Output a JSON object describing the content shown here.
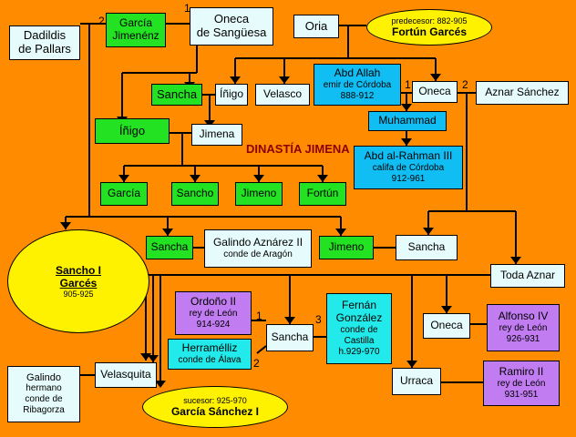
{
  "title": "DINASTÍA JIMENA",
  "numbers": {
    "garcia_jimenez_2": "2",
    "garcia_jimenez_1": "1",
    "abd_allah_1": "1",
    "oneca_2": "2",
    "sancha_1": "1",
    "sancha_3": "3",
    "sancha_2": "2"
  },
  "people": {
    "garcia_jimenez": "García Jimenénz",
    "oneca_sanguesa": [
      "Oneca",
      "de Sangüesa"
    ],
    "dadildis": [
      "Dadildis",
      "de Pallars"
    ],
    "oria": "Oria",
    "sancha_top": "Sancha",
    "inigo_small": "Íñigo",
    "velasco": "Velasco",
    "abd_allah": {
      "name": "Abd Allah",
      "line2": "emir de Córdoba",
      "dates": "888-912"
    },
    "oneca_mid": "Oneca",
    "aznar_sanchez": "Aznar Sánchez",
    "inigo": "Íñigo",
    "jimena": "Jimena",
    "muhammad": "Muhammad",
    "abd_rahman": {
      "name": "Abd al-Rahman  III",
      "line2": "califa de Córdoba",
      "dates": "912-961"
    },
    "garcia": "García",
    "sancho": "Sancho",
    "jimeno": "Jimeno",
    "fortun": "Fortún",
    "sancha_galindo": "Sancha",
    "galindo_aznarez": {
      "name": "Galindo  Aznárez II",
      "line2": "conde de Aragón"
    },
    "jimeno_mid": "Jimeno",
    "sancha_mid": "Sancha",
    "toda_aznar": "Toda Aznar",
    "sancho_garces": {
      "name1": "Sancho I",
      "name2": "Garcés",
      "dates": "905-925"
    },
    "ordono": {
      "name": "Ordoño  II",
      "line2": "rey de León",
      "dates": "914-924"
    },
    "fernan": {
      "l1": "Fernán",
      "l2": "González",
      "l3": "conde de",
      "l4": "Castilla",
      "dates": "h.929-970"
    },
    "oneca_low": "Oneca",
    "alfonso": {
      "name": "Alfonso IV",
      "line2": "rey de León",
      "dates": "926-931"
    },
    "sancha_low": "Sancha",
    "herramelliz": {
      "name": "Herramélliz",
      "line2": "conde de Álava"
    },
    "galindo_ribagorza": {
      "l1": "Galindo",
      "l2": "hermano",
      "l3": "conde de",
      "l4": "Ribagorza"
    },
    "velasquita": "Velasquita",
    "urraca": "Urraca",
    "ramiro": {
      "name": "Ramiro  II",
      "line2": "rey de León",
      "dates": "931-951"
    }
  },
  "ellipses": {
    "predecessor": {
      "label": "predecesor: 882-905",
      "name": "Fortún Garcés"
    },
    "successor": {
      "label": "sucesor: 925-970",
      "name": "García Sánchez I"
    }
  }
}
